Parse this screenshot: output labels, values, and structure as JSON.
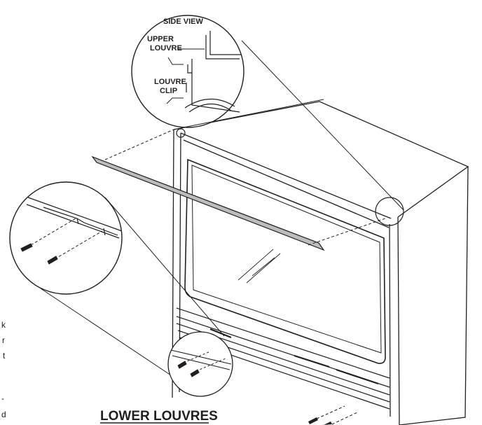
{
  "labels": {
    "side_view": "SIDE VIEW",
    "upper_louvre_1": "UPPER",
    "upper_louvre_2": "LOUVRE",
    "louvre_clip_1": "LOUVRE",
    "louvre_clip_2": "CLIP"
  },
  "left_edge_fragments": [
    "k",
    "r",
    "t",
    "-",
    "d"
  ],
  "heading": "LOWER LOUVRES"
}
